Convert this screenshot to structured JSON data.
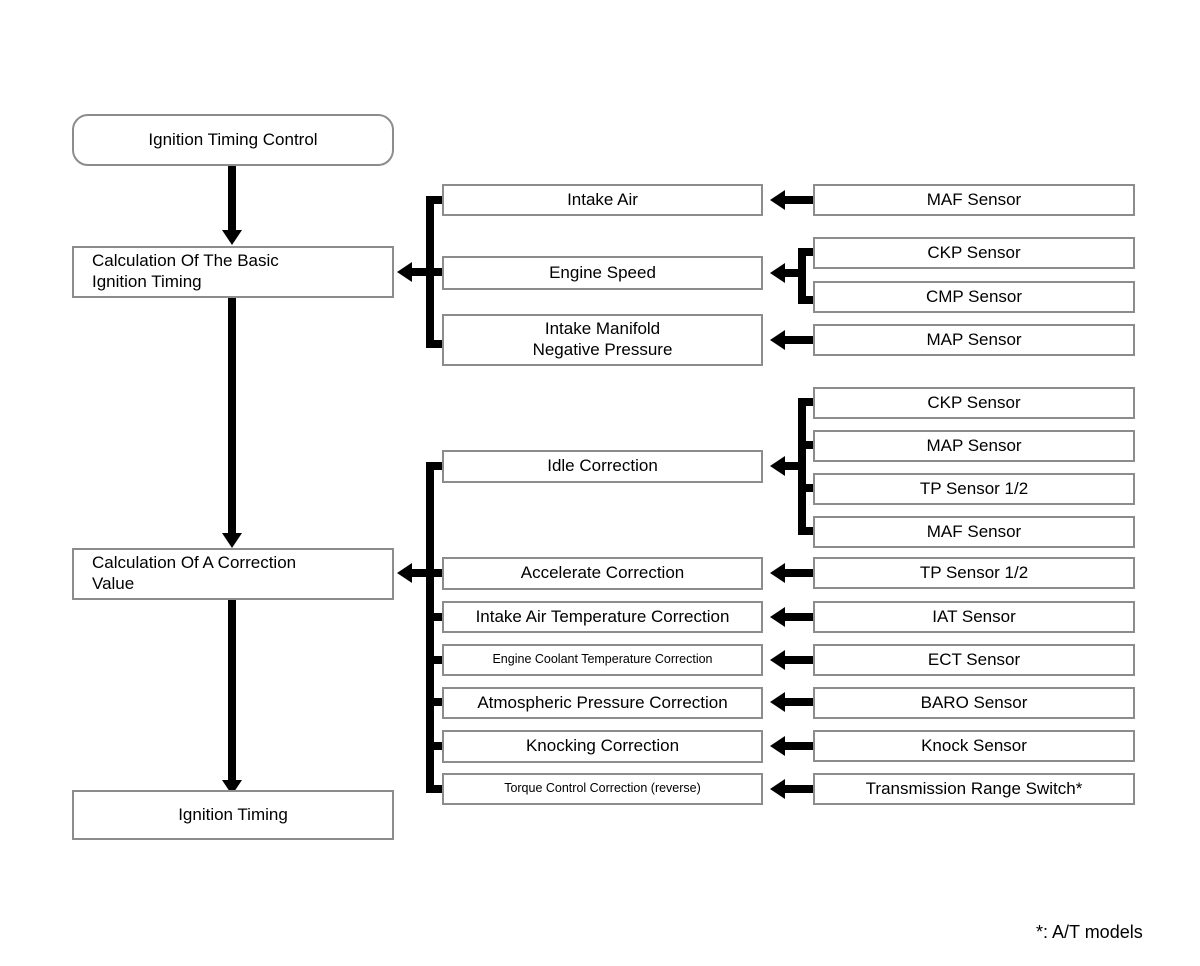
{
  "diagram": {
    "title": "Ignition Timing Control",
    "footnote": "*: A/T models",
    "colors": {
      "box_border": "#8c8c8c",
      "connector": "#000000",
      "background": "#ffffff",
      "text": "#000000"
    }
  },
  "flow": {
    "start": "Ignition Timing Control",
    "step_basic": "Calculation Of The Basic\nIgnition Timing",
    "step_correction": "Calculation Of A Correction\nValue",
    "end": "Ignition Timing"
  },
  "basic_group": {
    "rows": [
      {
        "factor": "Intake Air",
        "sensors": [
          "MAF Sensor"
        ]
      },
      {
        "factor": "Engine Speed",
        "sensors": [
          "CKP Sensor",
          "CMP Sensor"
        ]
      },
      {
        "factor": "Intake Manifold\nNegative Pressure",
        "sensors": [
          "MAP Sensor"
        ]
      }
    ]
  },
  "correction_group": {
    "rows": [
      {
        "factor": "Idle Correction",
        "sensors": [
          "CKP Sensor",
          "MAP Sensor",
          "TP Sensor 1/2",
          "MAF Sensor"
        ]
      },
      {
        "factor": "Accelerate Correction",
        "sensors": [
          "TP Sensor 1/2"
        ]
      },
      {
        "factor": "Intake Air Temperature Correction",
        "sensors": [
          "IAT Sensor"
        ]
      },
      {
        "factor": "Engine Coolant Temperature Correction",
        "sensors": [
          "ECT Sensor"
        ]
      },
      {
        "factor": "Atmospheric Pressure Correction",
        "sensors": [
          "BARO Sensor"
        ]
      },
      {
        "factor": "Knocking Correction",
        "sensors": [
          "Knock Sensor"
        ]
      },
      {
        "factor": "Torque Control Correction (reverse)",
        "sensors": [
          "Transmission Range Switch*"
        ]
      }
    ]
  }
}
